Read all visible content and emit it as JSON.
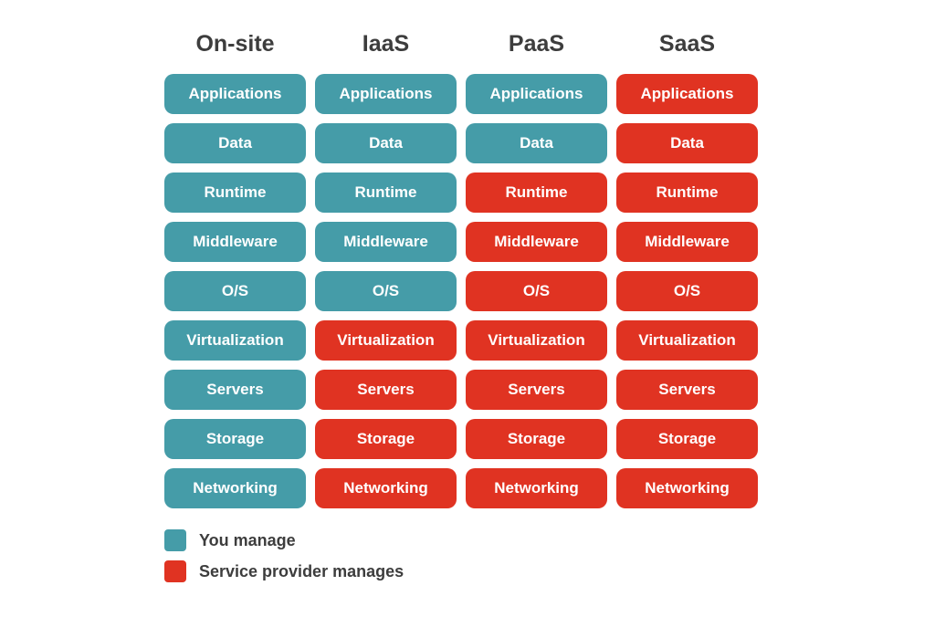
{
  "colors": {
    "you": "#459ca8",
    "provider": "#e03322"
  },
  "columns": [
    {
      "title": "On-site",
      "cells": [
        {
          "label": "Applications",
          "manager": "you"
        },
        {
          "label": "Data",
          "manager": "you"
        },
        {
          "label": "Runtime",
          "manager": "you"
        },
        {
          "label": "Middleware",
          "manager": "you"
        },
        {
          "label": "O/S",
          "manager": "you"
        },
        {
          "label": "Virtualization",
          "manager": "you"
        },
        {
          "label": "Servers",
          "manager": "you"
        },
        {
          "label": "Storage",
          "manager": "you"
        },
        {
          "label": "Networking",
          "manager": "you"
        }
      ]
    },
    {
      "title": "IaaS",
      "cells": [
        {
          "label": "Applications",
          "manager": "you"
        },
        {
          "label": "Data",
          "manager": "you"
        },
        {
          "label": "Runtime",
          "manager": "you"
        },
        {
          "label": "Middleware",
          "manager": "you"
        },
        {
          "label": "O/S",
          "manager": "you"
        },
        {
          "label": "Virtualization",
          "manager": "provider"
        },
        {
          "label": "Servers",
          "manager": "provider"
        },
        {
          "label": "Storage",
          "manager": "provider"
        },
        {
          "label": "Networking",
          "manager": "provider"
        }
      ]
    },
    {
      "title": "PaaS",
      "cells": [
        {
          "label": "Applications",
          "manager": "you"
        },
        {
          "label": "Data",
          "manager": "you"
        },
        {
          "label": "Runtime",
          "manager": "provider"
        },
        {
          "label": "Middleware",
          "manager": "provider"
        },
        {
          "label": "O/S",
          "manager": "provider"
        },
        {
          "label": "Virtualization",
          "manager": "provider"
        },
        {
          "label": "Servers",
          "manager": "provider"
        },
        {
          "label": "Storage",
          "manager": "provider"
        },
        {
          "label": "Networking",
          "manager": "provider"
        }
      ]
    },
    {
      "title": "SaaS",
      "cells": [
        {
          "label": "Applications",
          "manager": "provider"
        },
        {
          "label": "Data",
          "manager": "provider"
        },
        {
          "label": "Runtime",
          "manager": "provider"
        },
        {
          "label": "Middleware",
          "manager": "provider"
        },
        {
          "label": "O/S",
          "manager": "provider"
        },
        {
          "label": "Virtualization",
          "manager": "provider"
        },
        {
          "label": "Servers",
          "manager": "provider"
        },
        {
          "label": "Storage",
          "manager": "provider"
        },
        {
          "label": "Networking",
          "manager": "provider"
        }
      ]
    }
  ],
  "legend": [
    {
      "key": "you",
      "label": "You manage"
    },
    {
      "key": "provider",
      "label": "Service provider manages"
    }
  ]
}
